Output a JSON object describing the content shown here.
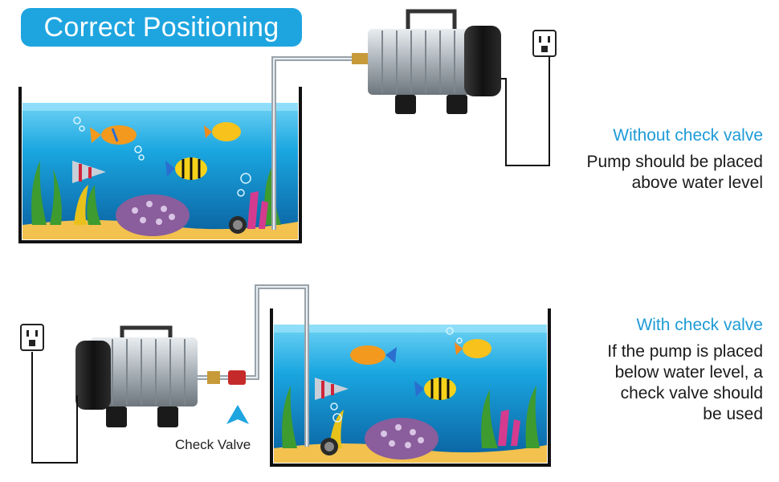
{
  "header": {
    "title": "Correct Positioning"
  },
  "top_panel": {
    "heading": "Without check valve",
    "line1": "Pump should be placed",
    "line2": "above water level"
  },
  "bottom_panel": {
    "heading": "With check valve",
    "line1": "If the pump is placed",
    "line2": "below water level, a",
    "line3": "check valve should",
    "line4": "be used"
  },
  "labels": {
    "check_valve": "Check Valve"
  },
  "colors": {
    "accent": "#1ea5e0",
    "water": "#1a9ad6",
    "sand": "#f2c14e"
  }
}
